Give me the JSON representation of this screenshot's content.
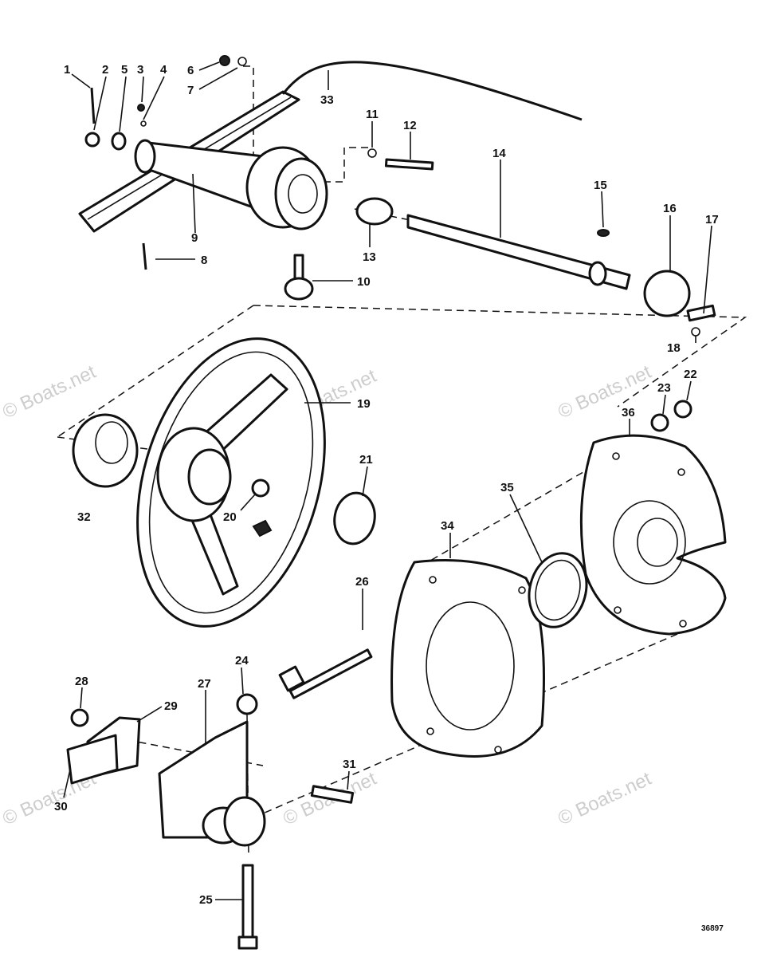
{
  "figure_number": "36897",
  "watermark": "© Boats.net",
  "callouts": [
    "1",
    "2",
    "3",
    "4",
    "5",
    "6",
    "7",
    "8",
    "9",
    "10",
    "11",
    "12",
    "13",
    "14",
    "15",
    "16",
    "17",
    "18",
    "19",
    "20",
    "21",
    "22",
    "23",
    "24",
    "25",
    "26",
    "27",
    "28",
    "29",
    "30",
    "31",
    "32",
    "33",
    "34",
    "35",
    "36"
  ]
}
